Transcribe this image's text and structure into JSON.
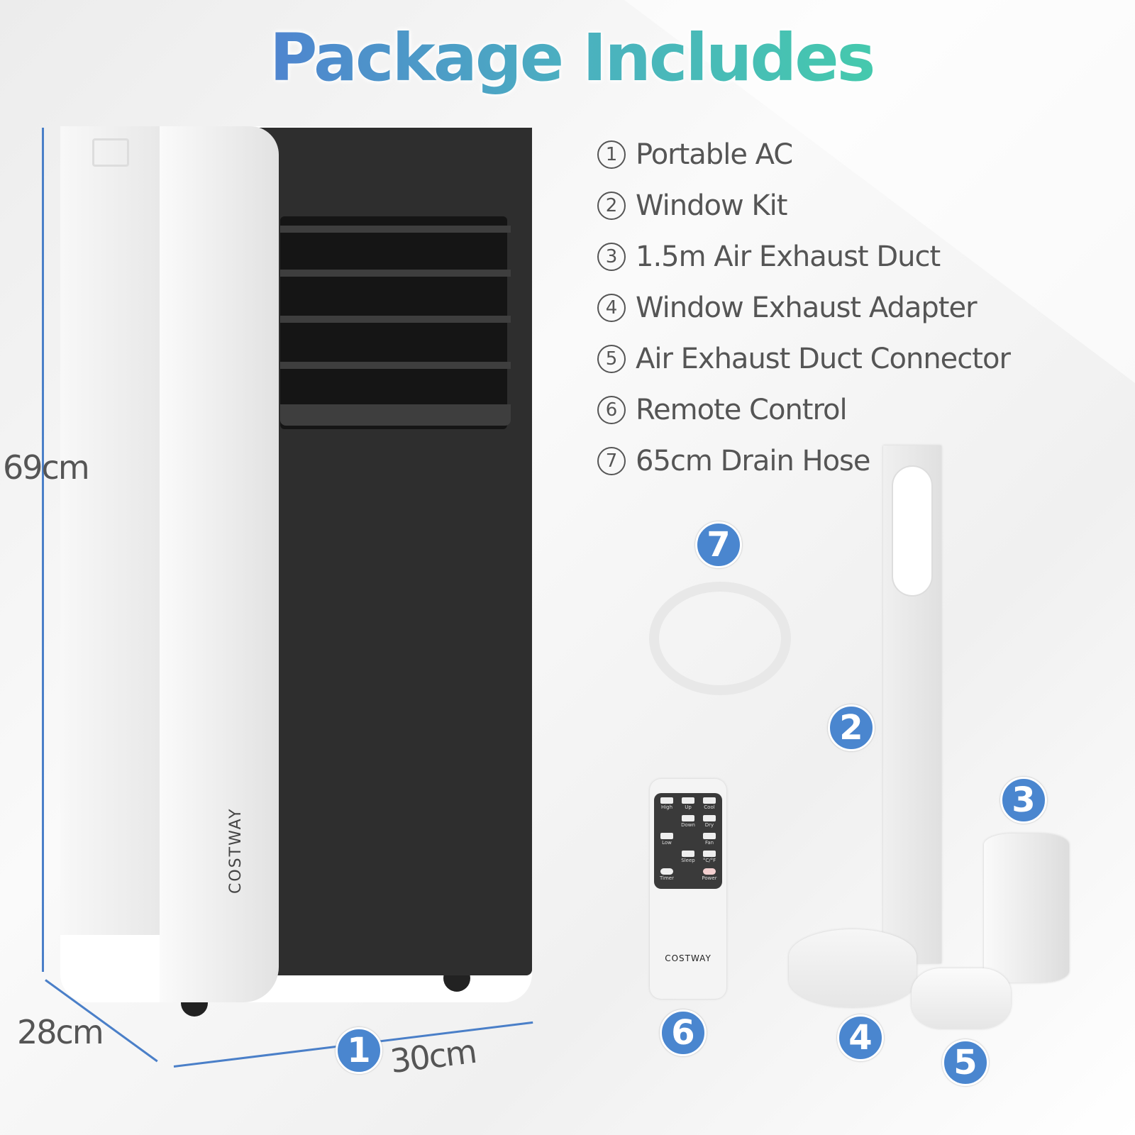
{
  "title": "Package Includes",
  "items": [
    {
      "num": "1",
      "label": "Portable AC"
    },
    {
      "num": "2",
      "label": "Window Kit"
    },
    {
      "num": "3",
      "label": "1.5m Air Exhaust Duct"
    },
    {
      "num": "4",
      "label": "Window Exhaust Adapter"
    },
    {
      "num": "5",
      "label": "Air Exhaust Duct Connector"
    },
    {
      "num": "6",
      "label": "Remote Control"
    },
    {
      "num": "7",
      "label": "65cm Drain Hose"
    }
  ],
  "dimensions": {
    "height": "69cm",
    "depth": "28cm",
    "width": "30cm"
  },
  "ac_brand": "COSTWAY",
  "remote": {
    "brand": "COSTWAY",
    "buttons": [
      "High",
      "Up",
      "Cool",
      "",
      "Down",
      "Dry",
      "Low",
      "",
      "Fan",
      "",
      "Sleep",
      "°C/°F",
      "Timer",
      "",
      "Power"
    ]
  },
  "colors": {
    "badge": "#4a86cf",
    "title_start": "#4f84cf",
    "title_end": "#45c9ad"
  }
}
